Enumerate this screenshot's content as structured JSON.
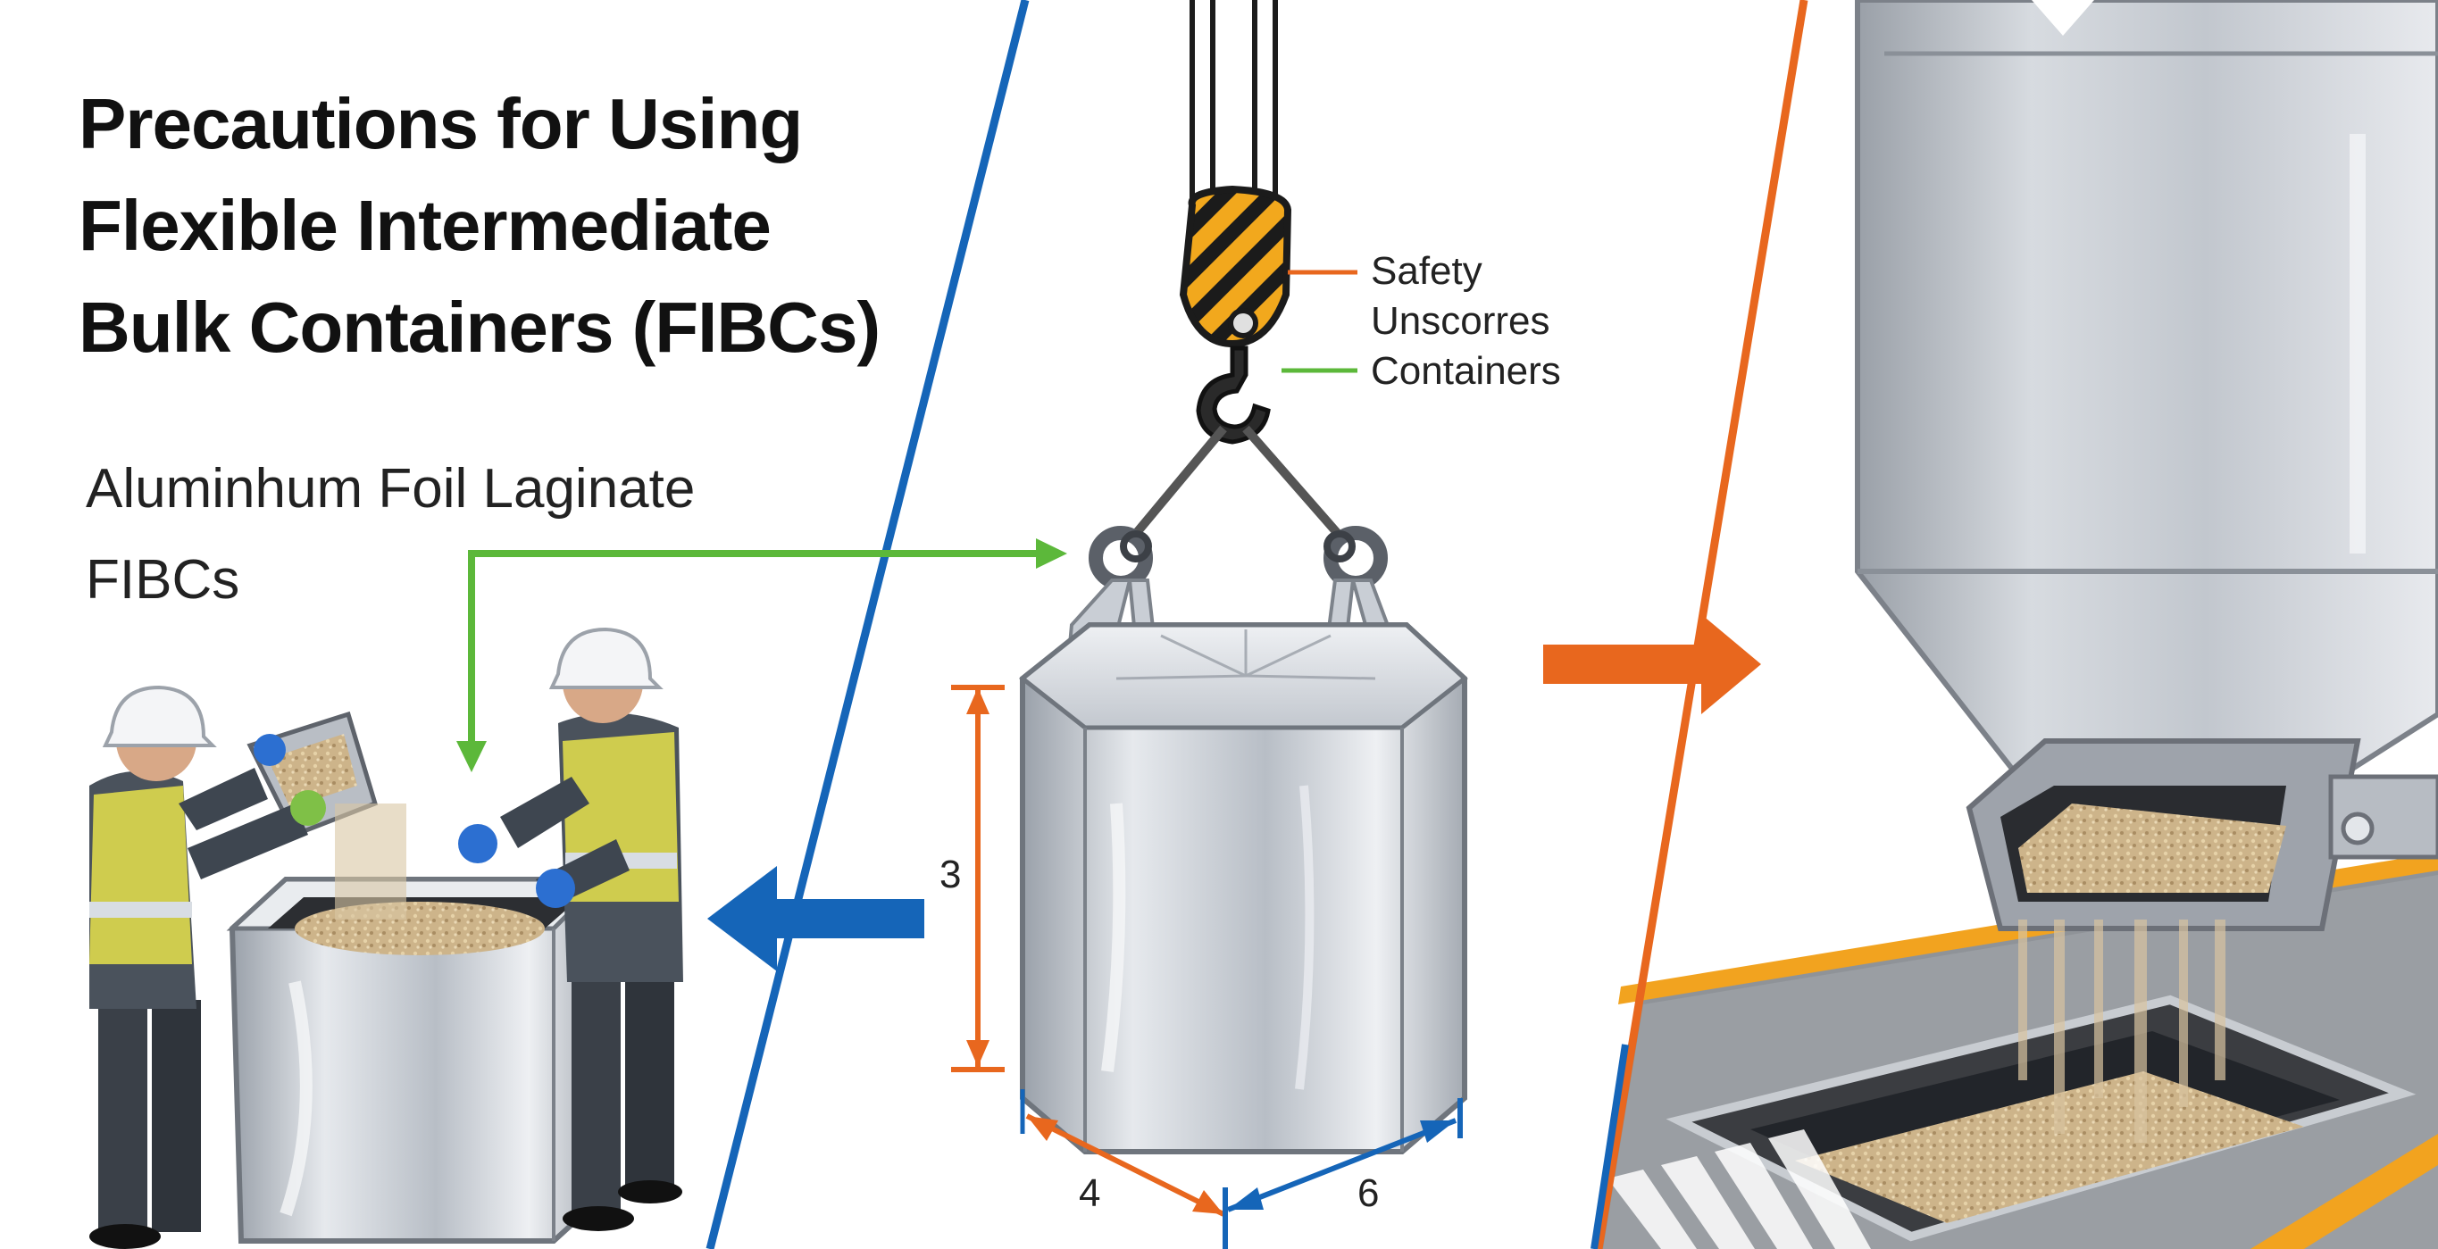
{
  "title": {
    "line1": "Precautions for Using",
    "line2": "Flexible Intermediate",
    "line3": "Bulk Containers (FIBCs)"
  },
  "subtitle": {
    "line1": "Aluminhum Foil Laginate",
    "line2": "FIBCs"
  },
  "crane_callouts": {
    "label1": "Safety",
    "label2": "Unscorres",
    "label3": "Containers"
  },
  "dimensions": {
    "height": "3",
    "depth": "4",
    "width": "6"
  },
  "colors": {
    "blue": "#1565b8",
    "orange": "#e8671e",
    "green": "#5cb83a",
    "silver": "#c7ccd3",
    "hazard_yellow": "#f2a81d",
    "granules": "#cdb48a"
  }
}
